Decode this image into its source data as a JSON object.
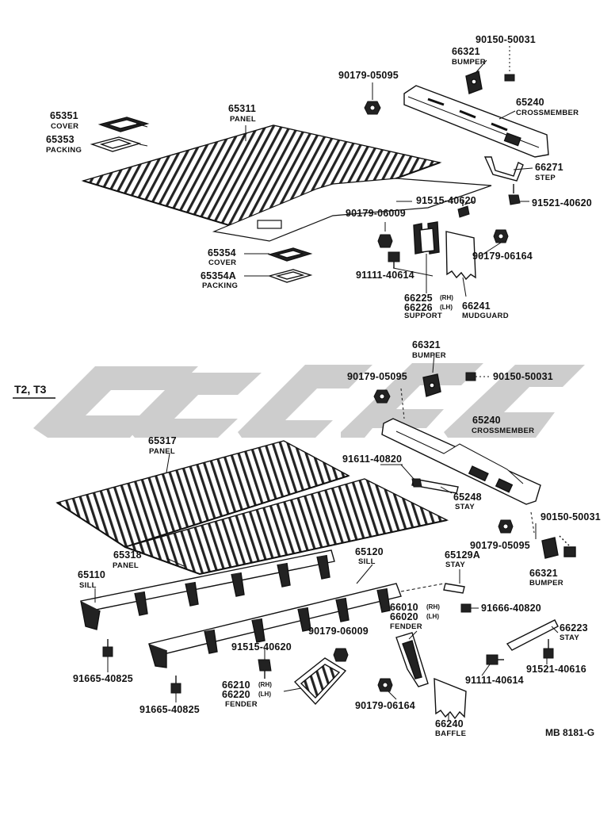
{
  "diagram": {
    "section_label": "T2, T3",
    "reference_code": "MB 8181-G",
    "watermark_color": "#c8c8c8",
    "upper": {
      "p65351": {
        "number": "65351",
        "name": "COVER"
      },
      "p65353": {
        "number": "65353",
        "name": "PACKING"
      },
      "p65311": {
        "number": "65311",
        "name": "PANEL"
      },
      "p90179_05095": {
        "number": "90179-05095"
      },
      "p66321": {
        "number": "66321",
        "name": "BUMPER"
      },
      "p90150_50031": {
        "number": "90150-50031"
      },
      "p65240": {
        "number": "65240",
        "name": "CROSSMEMBER"
      },
      "p66271": {
        "number": "66271",
        "name": "STEP"
      },
      "p91515_40620": {
        "number": "91515-40620"
      },
      "p91521_40620": {
        "number": "91521-40620"
      },
      "p90179_06009": {
        "number": "90179-06009"
      },
      "p90179_06164": {
        "number": "90179-06164"
      },
      "p65354": {
        "number": "65354",
        "name": "COVER"
      },
      "p65354a": {
        "number": "65354A",
        "name": "PACKING"
      },
      "p91111_40614": {
        "number": "91111-40614"
      },
      "p66225": {
        "number": "66225",
        "suffix": "(RH)"
      },
      "p66226": {
        "number": "66226",
        "suffix": "(LH)",
        "name": "SUPPORT"
      },
      "p66241": {
        "number": "66241",
        "name": "MUDGUARD"
      }
    },
    "lower": {
      "p66321": {
        "number": "66321",
        "name": "BUMPER"
      },
      "p90179_05095": {
        "number": "90179-05095"
      },
      "p90150_50031": {
        "number": "90150-50031"
      },
      "p65240": {
        "number": "65240",
        "name": "CROSSMEMBER"
      },
      "p65317": {
        "number": "65317",
        "name": "PANEL"
      },
      "p91611_40820": {
        "number": "91611-40820"
      },
      "p65248": {
        "number": "65248",
        "name": "STAY"
      },
      "p90150_50031b": {
        "number": "90150-50031"
      },
      "p90179_05095b": {
        "number": "90179-05095"
      },
      "p66321b": {
        "number": "66321",
        "name": "BUMPER"
      },
      "p65318": {
        "number": "65318",
        "name": "PANEL"
      },
      "p65120": {
        "number": "65120",
        "name": "SILL"
      },
      "p65129a": {
        "number": "65129A",
        "name": "STAY"
      },
      "p65110": {
        "number": "65110",
        "name": "SILL"
      },
      "p66010": {
        "number": "66010",
        "suffix": "(RH)"
      },
      "p66020": {
        "number": "66020",
        "suffix": "(LH)",
        "name": "FENDER"
      },
      "p91666_40820": {
        "number": "91666-40820"
      },
      "p66223": {
        "number": "66223",
        "name": "STAY"
      },
      "p90179_06009": {
        "number": "90179-06009"
      },
      "p91515_40620": {
        "number": "91515-40620"
      },
      "p91665_40825a": {
        "number": "91665-40825"
      },
      "p66210": {
        "number": "66210",
        "suffix": "(RH)"
      },
      "p66220": {
        "number": "66220",
        "suffix": "(LH)",
        "name": "FENDER"
      },
      "p91111_40614": {
        "number": "91111-40614"
      },
      "p91521_40616": {
        "number": "91521-40616"
      },
      "p91665_40825b": {
        "number": "91665-40825"
      },
      "p90179_06164": {
        "number": "90179-06164"
      },
      "p66240": {
        "number": "66240",
        "name": "BAFFLE"
      }
    }
  }
}
